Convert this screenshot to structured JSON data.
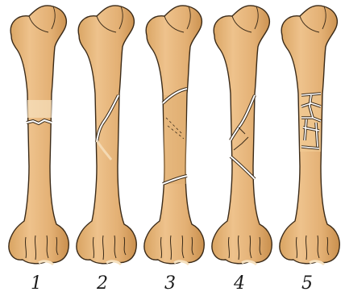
{
  "figure": {
    "labels": [
      "1",
      "2",
      "3",
      "4",
      "5"
    ]
  },
  "colors": {
    "bone_fill": "#e6b67c",
    "bone_outline": "#3a2a18",
    "highlight": "#f6e1bf",
    "fracture_line": "#ffffff",
    "fracture_edge": "#3a2a18"
  }
}
